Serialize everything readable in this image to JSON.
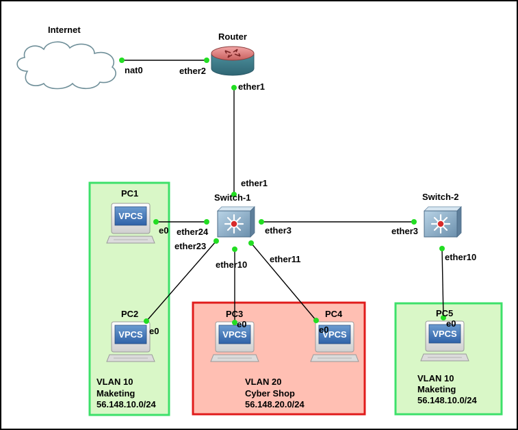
{
  "colors": {
    "link": "#000000",
    "port": "#22dd22",
    "vlan10_fill": "#d9f7c7",
    "vlan10_border": "#3de06a",
    "vlan20_fill": "#ffbfb3",
    "vlan20_border": "#e01b1b"
  },
  "nodes": {
    "internet": {
      "label": "Internet",
      "icon": "cloud-icon"
    },
    "router": {
      "label": "Router",
      "icon": "router-icon"
    },
    "switch1": {
      "label": "Switch-1",
      "icon": "switch-icon"
    },
    "switch2": {
      "label": "Switch-2",
      "icon": "switch-icon"
    },
    "pc1": {
      "label": "PC1",
      "icon": "pc-icon",
      "screen": "VPCS"
    },
    "pc2": {
      "label": "PC2",
      "icon": "pc-icon",
      "screen": "VPCS"
    },
    "pc3": {
      "label": "PC3",
      "icon": "pc-icon",
      "screen": "VPCS"
    },
    "pc4": {
      "label": "PC4",
      "icon": "pc-icon",
      "screen": "VPCS"
    },
    "pc5": {
      "label": "PC5",
      "icon": "pc-icon",
      "screen": "VPCS"
    }
  },
  "links": [
    {
      "from": "internet",
      "from_port": "nat0",
      "to": "router",
      "to_port": "ether2"
    },
    {
      "from": "router",
      "from_port": "ether1",
      "to": "switch1",
      "to_port": "ether1"
    },
    {
      "from": "switch1",
      "from_port": "ether24",
      "to": "pc1",
      "to_port": "e0"
    },
    {
      "from": "switch1",
      "from_port": "ether23",
      "to": "pc2",
      "to_port": "e0"
    },
    {
      "from": "switch1",
      "from_port": "ether10",
      "to": "pc3",
      "to_port": "e0"
    },
    {
      "from": "switch1",
      "from_port": "ether11",
      "to": "pc4",
      "to_port": "e0"
    },
    {
      "from": "switch1",
      "from_port": "ether3",
      "to": "switch2",
      "to_port": "ether3"
    },
    {
      "from": "switch2",
      "from_port": "ether10",
      "to": "pc5",
      "to_port": "e0"
    }
  ],
  "zones": {
    "vlan10_left": {
      "line1": "VLAN 10",
      "line2": "Maketing",
      "line3": "56.148.10.0/24"
    },
    "vlan20": {
      "line1": "VLAN 20",
      "line2": "Cyber Shop",
      "line3": "56.148.20.0/24"
    },
    "vlan10_right": {
      "line1": "VLAN 10",
      "line2": "Maketing",
      "line3": "56.148.10.0/24"
    }
  }
}
